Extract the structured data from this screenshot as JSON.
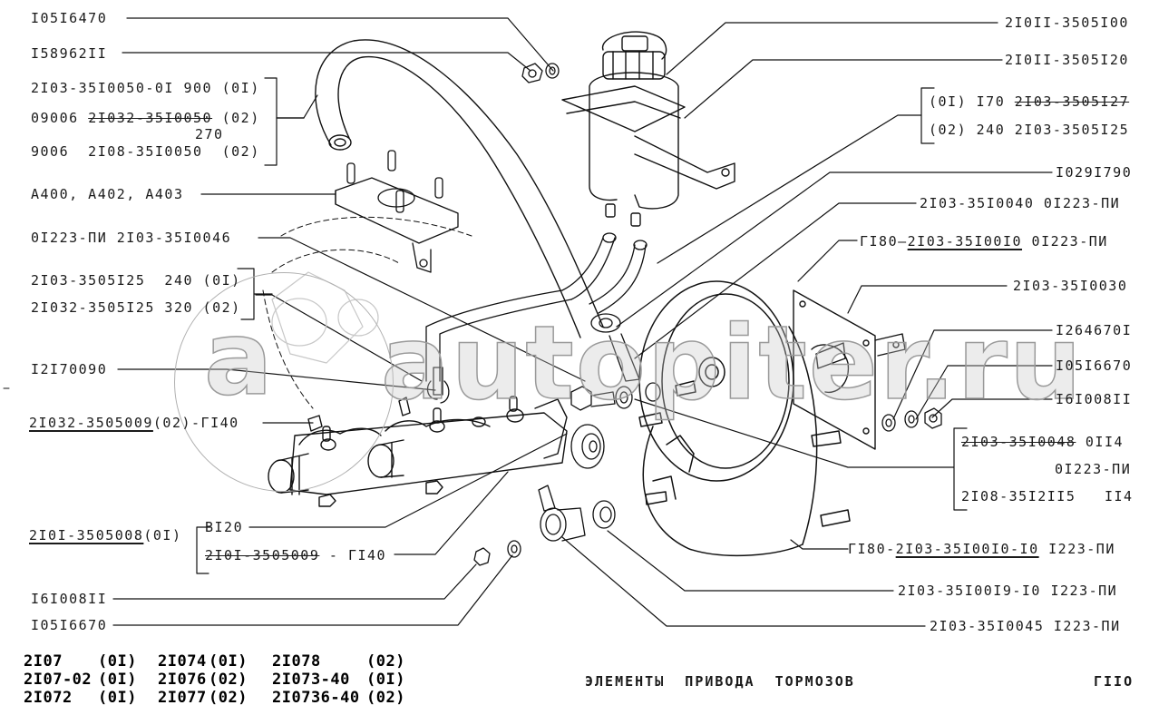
{
  "diagram": {
    "title": "ЭЛЕМЕНТЫ  ПРИВОДА  ТОРМОЗОВ",
    "page_code": "ГIIО",
    "watermark": "autopiter.ru",
    "watermark_logo": "a"
  },
  "labels_left": {
    "l1": "I05I6470",
    "l2": "I58962II",
    "l3a": "2I03-35I0050-0I 900 (0I)",
    "l3b_prefix": "09006 ",
    "l3b_struck": "2I032-35I0050",
    "l3b_suffix": " (02)",
    "l3c": "270",
    "l3d": "9006  2I08-35I0050  (02)",
    "l4": "А400, А402, А403",
    "l5": "0I223-ПИ 2I03-35I0046",
    "l6a": "2I03-3505I25  240 (0I)",
    "l6b": "2I032-3505I25 320 (02)",
    "l7": "I2I70090",
    "l8_underlined": "2I032-3505009",
    "l8_suffix": "(02)-ГI40",
    "l9_underlined": "2I0I-3505008",
    "l9_suffix": "(0I)",
    "l10": "BI20",
    "l11_struck": "2I0I-3505009",
    "l11_suffix": " - ГI40",
    "l12": "I6I008II",
    "l13": "I05I6670"
  },
  "labels_right": {
    "r1": "2I0II-3505I00",
    "r2": "2I0II-3505I20",
    "r3a_prefix": "(0I) I70 ",
    "r3a_struck": "2I03-3505I27",
    "r3b": "(02) 240 2I03-3505I25",
    "r4": "I029I790",
    "r5": "2I03-35I0040 0I223-ПИ",
    "r6_prefix": "ГI80—",
    "r6_underlined": "2I03-35I00I0",
    "r6_suffix": " 0I223-ПИ",
    "r7": "2I03-35I0030",
    "r8": "I264670I",
    "r9": "I05I6670",
    "r10": "I6I008II",
    "r11a_struck": "2I03-35I0048",
    "r11a_suffix": " 0II4",
    "r11b": "0I223-ПИ",
    "r11c": "2I08-35I2II5   II4",
    "r12_prefix": "ГI80-",
    "r12_underlined": "2I03-35I00I0-I0",
    "r12_suffix": " I223-ПИ",
    "r13": "2I03-35I00I9-I0 I223-ПИ",
    "r14": "2I03-35I0045 I223-ПИ"
  },
  "models": [
    {
      "name": "2I07",
      "variant": "(0I)"
    },
    {
      "name": "2I07-02",
      "variant": "(0I)"
    },
    {
      "name": "2I072",
      "variant": "(0I)"
    },
    {
      "name": "2I074",
      "variant": "(0I)"
    },
    {
      "name": "2I076",
      "variant": "(02)"
    },
    {
      "name": "2I077",
      "variant": "(02)"
    },
    {
      "name": "2I078",
      "variant": "(02)"
    },
    {
      "name": "2I073-40",
      "variant": "(0I)"
    },
    {
      "name": "2I0736-40",
      "variant": "(02)"
    }
  ],
  "colors": {
    "ink": "#111111",
    "paper": "#ffffff",
    "watermark": "#b8b8b8"
  }
}
